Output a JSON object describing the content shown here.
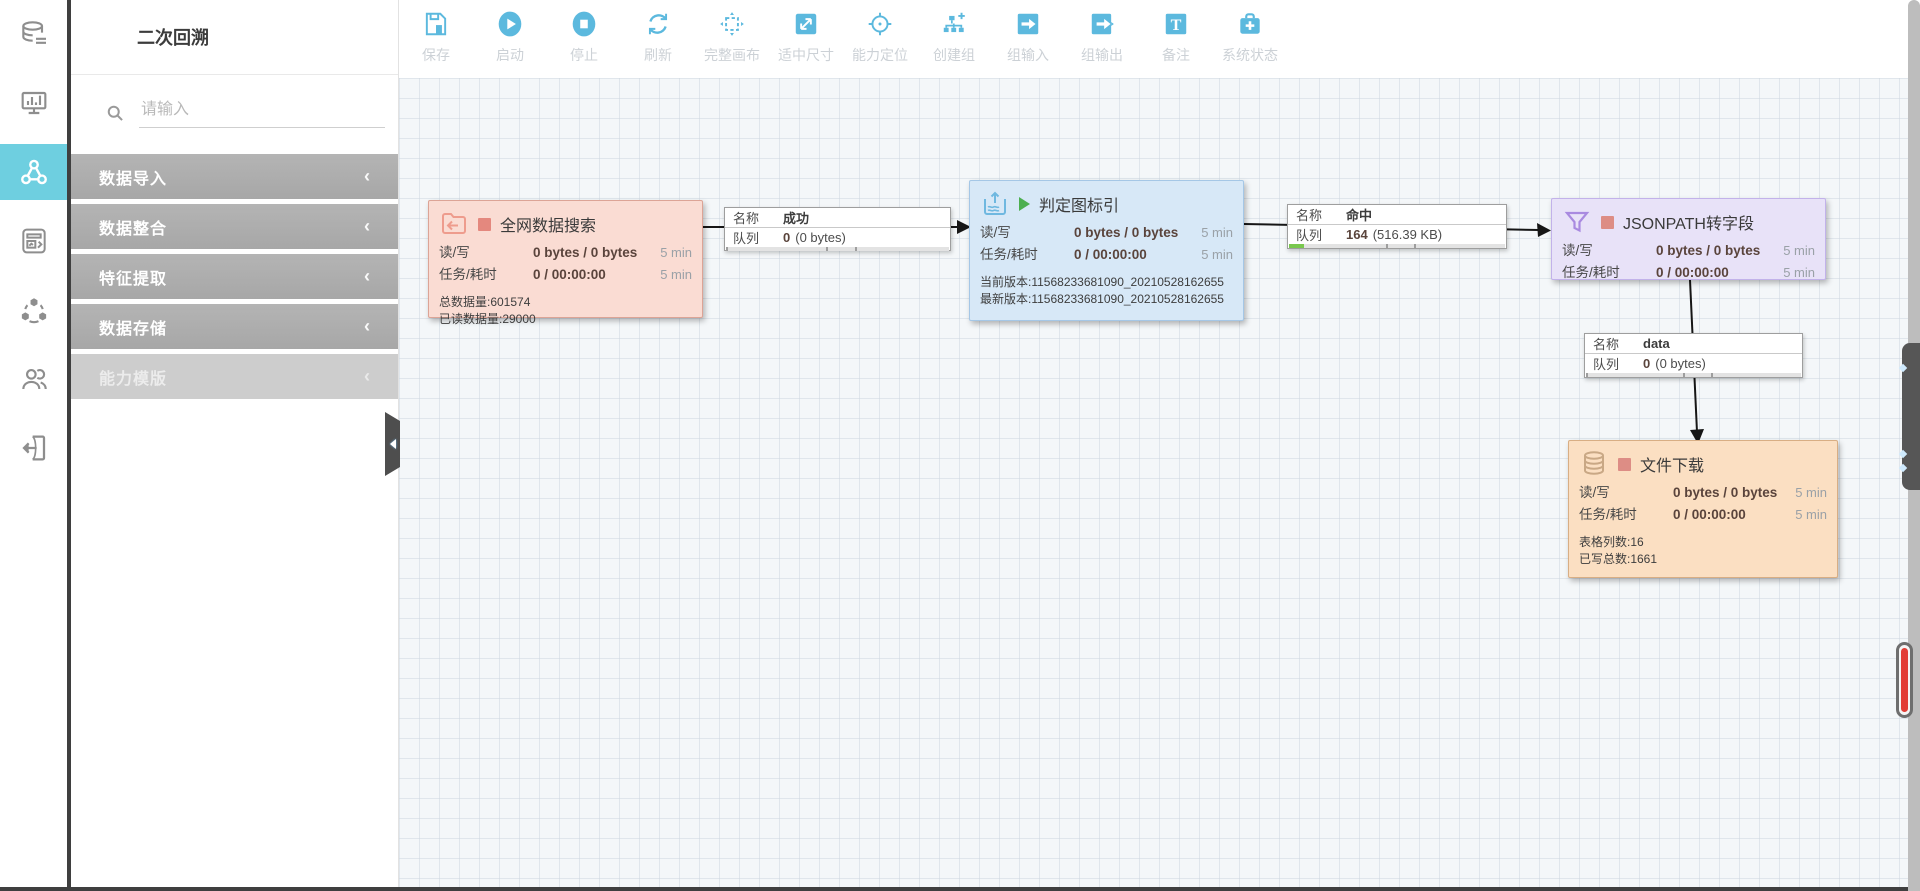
{
  "colors": {
    "toolbar_icon_blue": "#5cb9de",
    "rail_active_bg": "#6ecfe0",
    "node_search_bg": "#fadcd3",
    "node_judge_bg": "#d7e8f7",
    "node_jsonpath_bg": "#e8e2f8",
    "node_download_bg": "#fbdfc2",
    "queue_fill_green": "#79c84e",
    "slider_red": "#e23d36",
    "play_marker_green": "#4caf50"
  },
  "sidebar": {
    "title": "二次回溯",
    "search_placeholder": "请输入",
    "chevron": "‹",
    "menu": [
      {
        "label": "数据导入"
      },
      {
        "label": "数据整合"
      },
      {
        "label": "特征提取"
      },
      {
        "label": "数据存储"
      },
      {
        "label": "能力模版"
      }
    ]
  },
  "toolbar": {
    "items": [
      {
        "label": "保存"
      },
      {
        "label": "启动"
      },
      {
        "label": "停止"
      },
      {
        "label": "刷新"
      },
      {
        "label": "完整画布"
      },
      {
        "label": "适中尺寸"
      },
      {
        "label": "能力定位"
      },
      {
        "label": "创建组"
      },
      {
        "label": "组输入"
      },
      {
        "label": "组输出"
      },
      {
        "label": "备注"
      },
      {
        "label": "系统状态"
      }
    ]
  },
  "canvas": {
    "nodes": [
      {
        "title": "全网数据搜索",
        "rows": [
          {
            "label": "读/写",
            "value": "0 bytes / 0 bytes",
            "time": "5 min"
          },
          {
            "label": "任务/耗时",
            "value": "0 / 00:00:00",
            "time": "5 min"
          }
        ],
        "extras": [
          "总数据量:601574",
          "已读数据量:29000"
        ]
      },
      {
        "title": "判定图标引",
        "rows": [
          {
            "label": "读/写",
            "value": "0 bytes / 0 bytes",
            "time": "5 min"
          },
          {
            "label": "任务/耗时",
            "value": "0 / 00:00:00",
            "time": "5 min"
          }
        ],
        "extras": [
          "当前版本:11568233681090_20210528162655",
          "最新版本:11568233681090_20210528162655"
        ]
      },
      {
        "title": "JSONPATH转字段",
        "rows": [
          {
            "label": "读/写",
            "value": "0 bytes / 0 bytes",
            "time": "5 min"
          },
          {
            "label": "任务/耗时",
            "value": "0 / 00:00:00",
            "time": "5 min"
          }
        ],
        "extras": []
      },
      {
        "title": "文件下载",
        "rows": [
          {
            "label": "读/写",
            "value": "0 bytes / 0 bytes",
            "time": "5 min"
          },
          {
            "label": "任务/耗时",
            "value": "0 / 00:00:00",
            "time": "5 min"
          }
        ],
        "extras": [
          "表格列数:16",
          "已写总数:1661"
        ]
      }
    ],
    "queues": [
      {
        "name_label": "名称",
        "name": "成功",
        "queue_label": "队列",
        "count": "0",
        "size": "(0 bytes)"
      },
      {
        "name_label": "名称",
        "name": "命中",
        "queue_label": "队列",
        "count": "164",
        "size": "(516.39 KB)"
      },
      {
        "name_label": "名称",
        "name": "data",
        "queue_label": "队列",
        "count": "0",
        "size": "(0 bytes)"
      }
    ]
  }
}
